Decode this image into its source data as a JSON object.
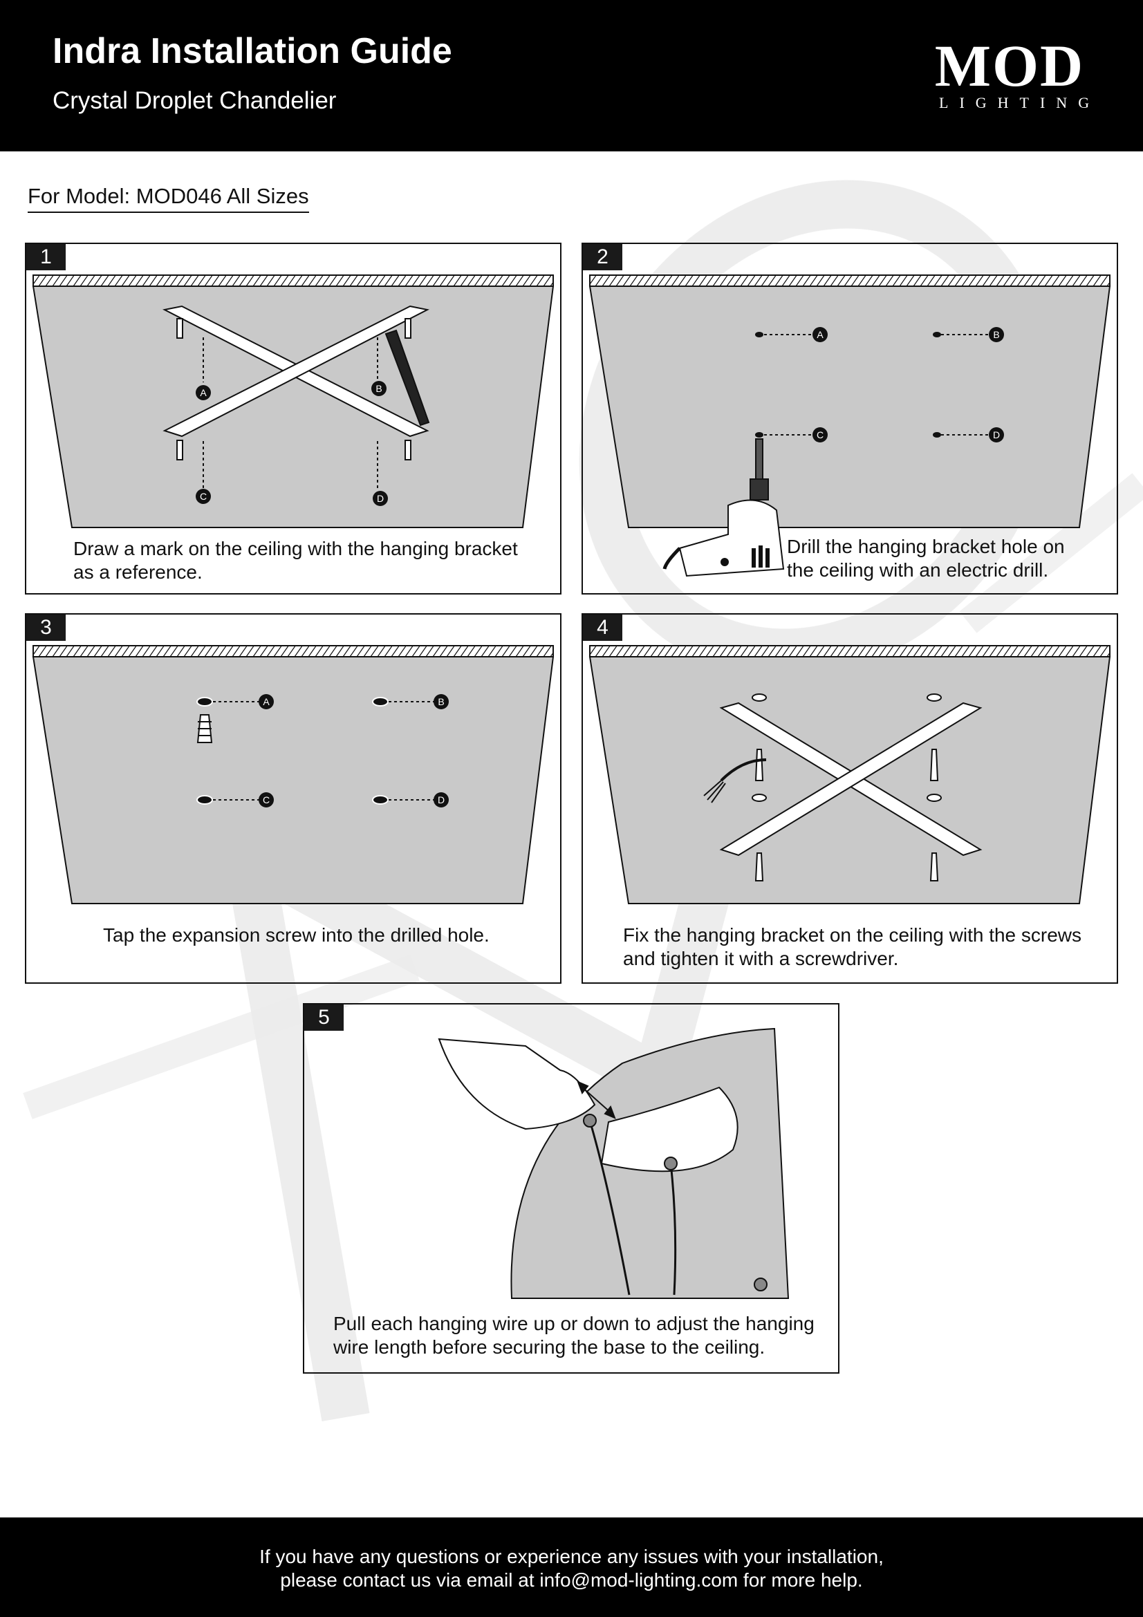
{
  "header": {
    "title": "Indra Installation Guide",
    "subtitle": "Crystal Droplet Chandelier",
    "logo_main": "MOD",
    "logo_sub": "LIGHTING"
  },
  "model_label": "For Model: MOD046 All Sizes",
  "steps": [
    {
      "number": "1",
      "caption_lines": [
        "Draw a mark on the ceiling with the hanging bracket",
        "as a reference."
      ],
      "markers": [
        "A",
        "B",
        "C",
        "D"
      ]
    },
    {
      "number": "2",
      "caption_lines": [
        "Drill the hanging bracket hole on",
        "the ceiling with an electric drill."
      ],
      "markers": [
        "A",
        "B",
        "C",
        "D"
      ]
    },
    {
      "number": "3",
      "caption_lines": [
        "Tap the expansion screw into the drilled hole."
      ],
      "markers": [
        "A",
        "B",
        "C",
        "D"
      ]
    },
    {
      "number": "4",
      "caption_lines": [
        "Fix the hanging bracket on the ceiling with the screws",
        "and tighten it with a screwdriver."
      ]
    },
    {
      "number": "5",
      "caption_lines": [
        "Pull each hanging wire up or down to adjust the hanging",
        "wire length before securing the base to the ceiling."
      ]
    }
  ],
  "footer": {
    "line1": "If you have any questions or experience any issues with your installation,",
    "line2": "please contact us via email at info@mod-lighting.com for more help."
  },
  "colors": {
    "ceiling_gray": "#c9c9c9",
    "black": "#000000",
    "watermark": "#ececec"
  }
}
